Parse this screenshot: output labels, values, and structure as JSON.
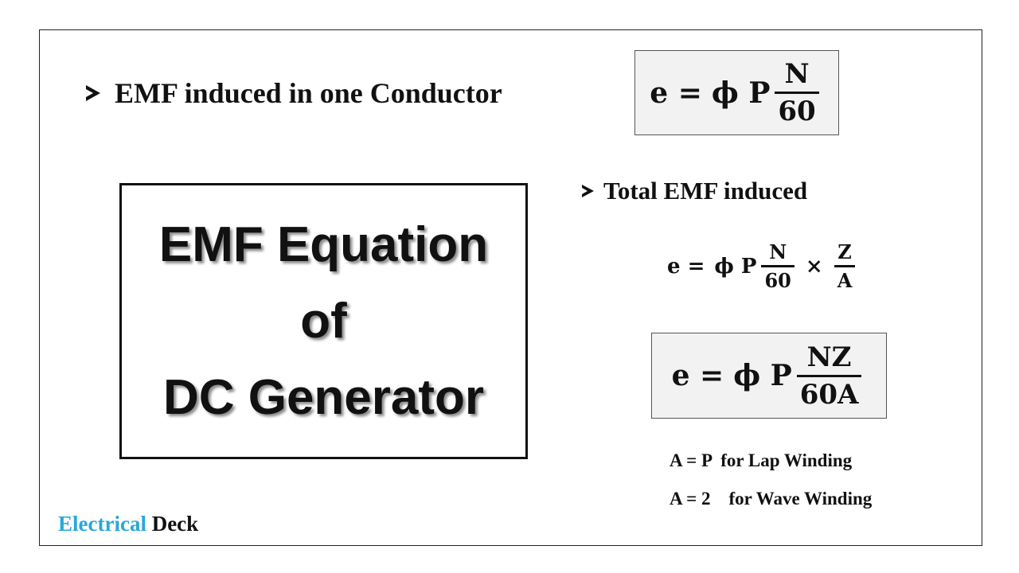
{
  "bullets": {
    "one": "EMF induced in one Conductor",
    "two": "Total EMF induced"
  },
  "title": {
    "line1": "EMF Equation",
    "line2": "of",
    "line3": "DC Generator"
  },
  "formula_one": {
    "lhs": "e =",
    "mid": "ϕ P",
    "num": "N",
    "den": "60"
  },
  "formula_two": {
    "lhs": "e =",
    "mid": "ϕ P",
    "frac1_num": "N",
    "frac1_den": "60",
    "times": "×",
    "frac2_num": "Z",
    "frac2_den": "A"
  },
  "formula_three": {
    "lhs": "e =",
    "mid": "ϕ P",
    "num": "NZ",
    "den": "60A"
  },
  "notes": {
    "lap": "A = P  for Lap Winding",
    "wave": "A = 2    for Wave Winding"
  },
  "brand": {
    "part1": "Electrical",
    "part2": "Deck",
    "color1": "#29a8d8",
    "color2": "#111111"
  },
  "icons": {
    "bullet": "arrow-bullet-icon"
  }
}
